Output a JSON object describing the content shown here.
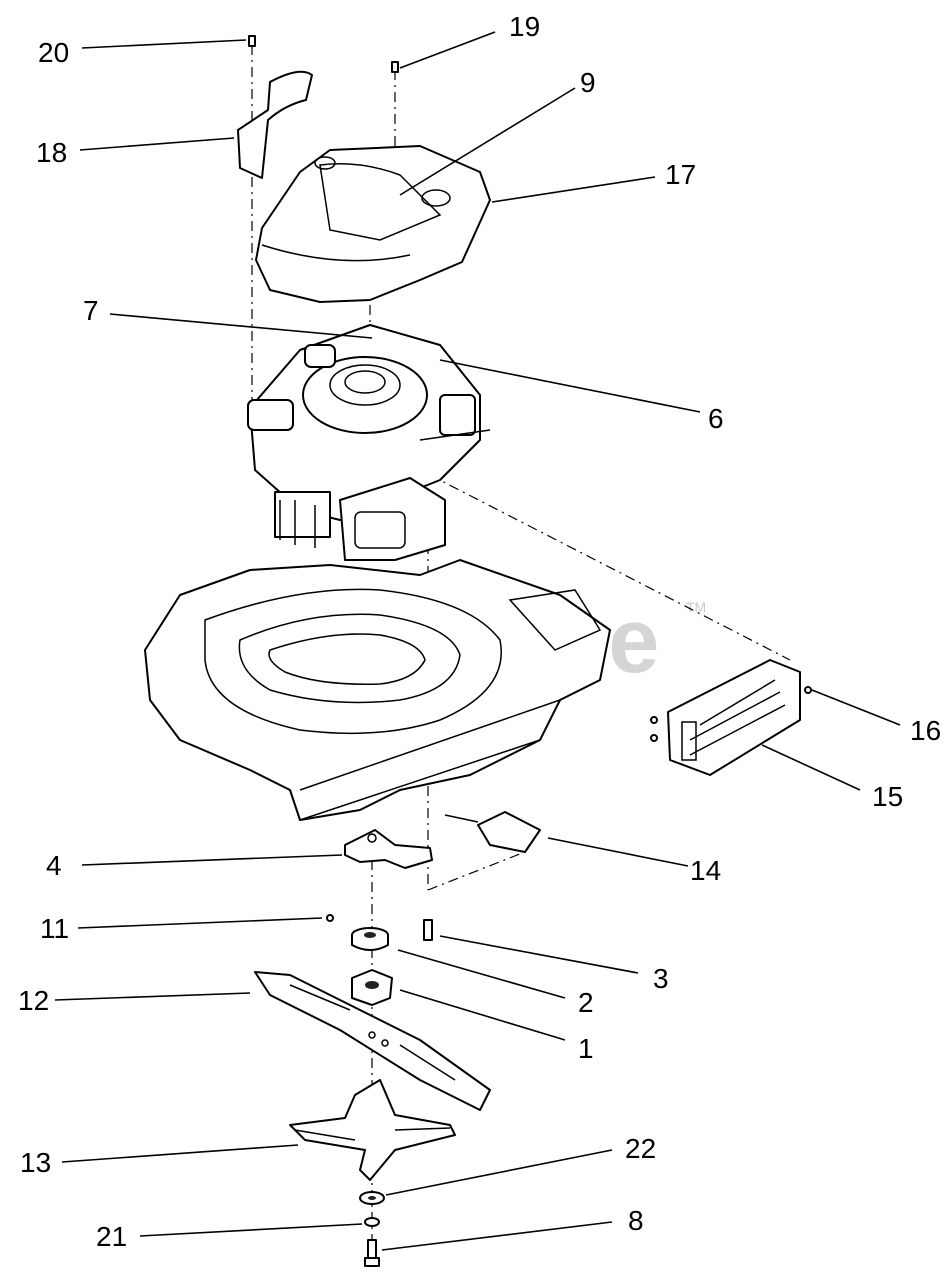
{
  "watermark": {
    "text": "PartsTree",
    "trademark": "TM"
  },
  "callouts": {
    "c20": "20",
    "c19": "19",
    "c9": "9",
    "c18": "18",
    "c17": "17",
    "c7": "7",
    "c6": "6",
    "c16": "16",
    "c15": "15",
    "c4": "4",
    "c14": "14",
    "c11": "11",
    "c3": "3",
    "c2": "2",
    "c12": "12",
    "c1": "1",
    "c13": "13",
    "c22": "22",
    "c21": "21",
    "c8": "8"
  }
}
